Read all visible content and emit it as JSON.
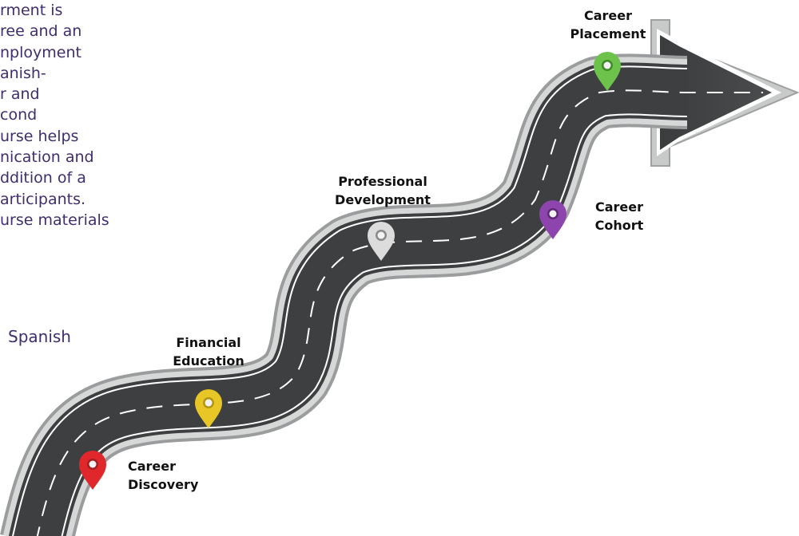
{
  "intro_text": {
    "lines": [
      "rment is",
      "ree and an",
      "nployment",
      "anish-",
      "r and",
      "cond",
      "urse helps",
      "nication and",
      "ddition of a",
      "articipants.",
      "urse materials"
    ]
  },
  "language_label": "Spanish",
  "milestones": [
    {
      "key": "discovery",
      "line1": "Career",
      "line2": "Discovery",
      "color": "#e0282c"
    },
    {
      "key": "financial",
      "line1": "Financial",
      "line2": "Education",
      "color": "#e8c625"
    },
    {
      "key": "professional",
      "line1": "Professional",
      "line2": "Development",
      "color": "#dcdcdc"
    },
    {
      "key": "cohort",
      "line1": "Career",
      "line2": "Cohort",
      "color": "#8e44ad"
    },
    {
      "key": "placement",
      "line1": "Career",
      "line2": "Placement",
      "color": "#6cc24a"
    }
  ],
  "colors": {
    "road": "#3d3f41",
    "road_edge": "#bfc0c0",
    "road_lines": "#ffffff",
    "text": "#3f2d6e"
  }
}
